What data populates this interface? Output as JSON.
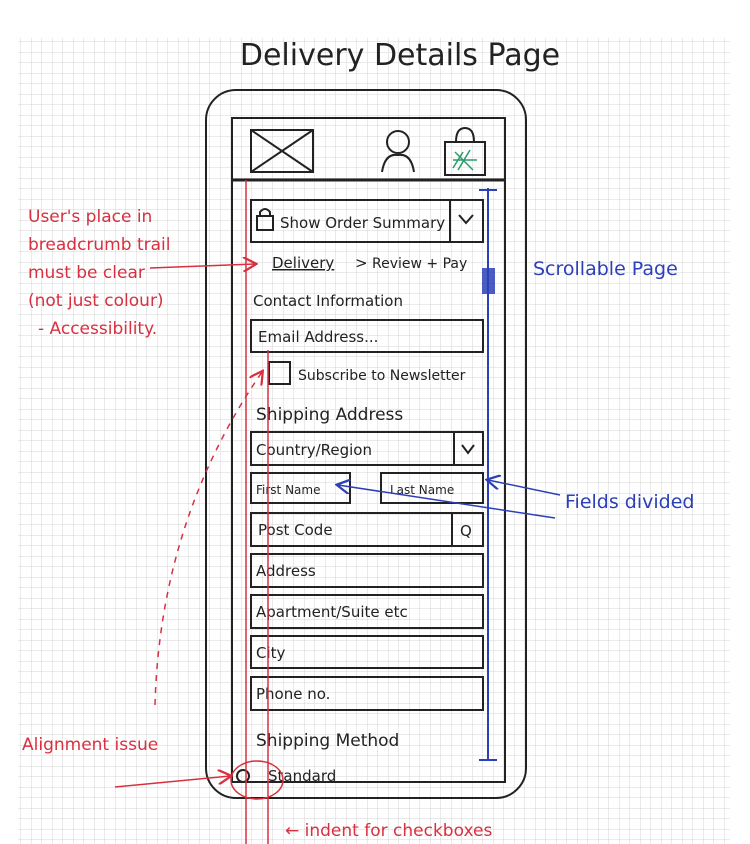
{
  "title": "Delivery Details Page",
  "colors": {
    "ink": "#222222",
    "annotation_red": "#d8303f",
    "annotation_blue": "#2b3fb8",
    "bag_green": "#2a9a6a",
    "grid": "#d4d4d4"
  },
  "header": {
    "icons": [
      "image-placeholder-icon",
      "user-icon",
      "shopping-bag-icon"
    ]
  },
  "order_summary": {
    "label": "Show Order Summary",
    "icon": "lock-icon",
    "toggle_icon": "chevron-down-icon"
  },
  "breadcrumb": {
    "current": "Delivery",
    "separator": ">",
    "next": "Review + Pay"
  },
  "contact": {
    "heading": "Contact Information",
    "email_placeholder": "Email Address...",
    "newsletter_label": "Subscribe to Newsletter"
  },
  "shipping": {
    "heading": "Shipping Address",
    "country_placeholder": "Country/Region",
    "first_name": "First Name",
    "last_name": "Last Name",
    "post_code": "Post Code",
    "post_code_search": "Q",
    "address": "Address",
    "apartment": "Apartment/Suite etc",
    "city": "City",
    "phone": "Phone no."
  },
  "shipping_method": {
    "heading": "Shipping Method",
    "option": "Standard"
  },
  "annotations": {
    "breadcrumb_note": [
      "User's place in",
      "breadcrumb trail",
      "must be clear",
      "(not just colour)",
      "- Accessibility."
    ],
    "scrollable": "Scrollable Page",
    "fields_divided": "Fields divided",
    "alignment": "Alignment issue",
    "indent": "← indent for checkboxes"
  }
}
